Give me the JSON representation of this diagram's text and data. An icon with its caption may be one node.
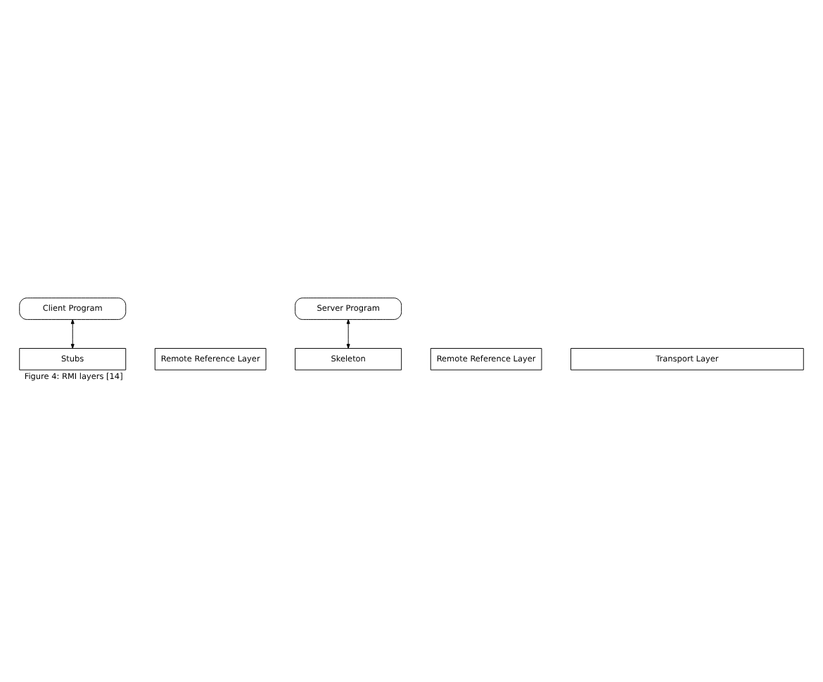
{
  "diagram": {
    "caption": "Figure 4: RMI layers [14]",
    "nodes": [
      {
        "text": [
          "Client Program"
        ]
      },
      {
        "text": [
          "Server Program"
        ]
      },
      {
        "text": [
          "Stubs"
        ]
      },
      {
        "text": [
          "Remote Reference Layer"
        ]
      },
      {
        "text": [
          "Skeleton"
        ]
      },
      {
        "text": [
          "Remote Reference Layer"
        ]
      },
      {
        "text": [
          "Transport Layer"
        ]
      }
    ],
    "edges": [
      {
        "from": 0,
        "to": 2,
        "arrow": "both"
      },
      {
        "from": 1,
        "to": 4,
        "arrow": "both"
      }
    ]
  }
}
